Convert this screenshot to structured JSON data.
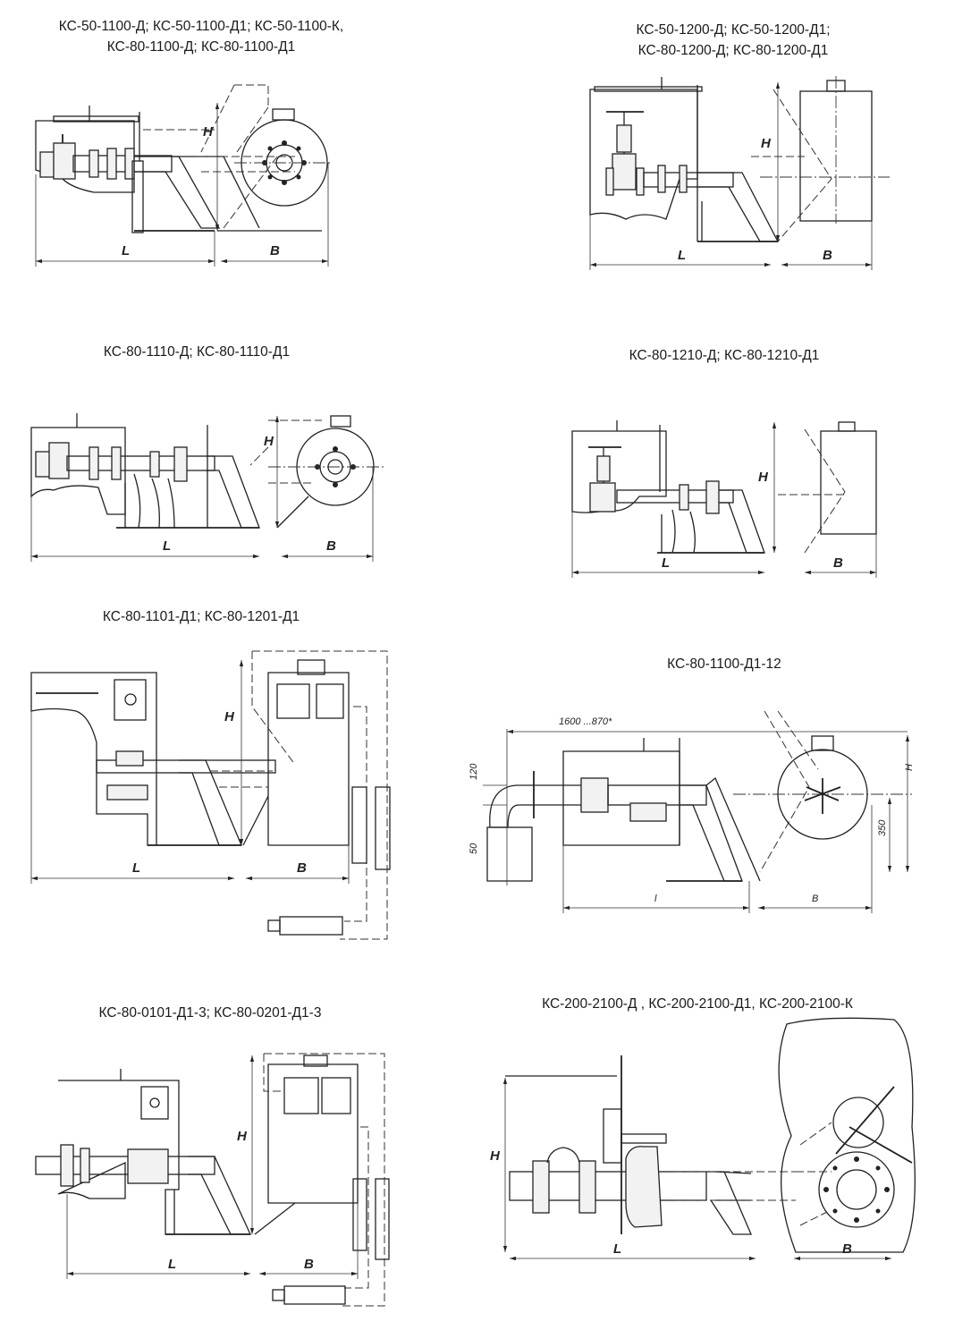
{
  "panels": [
    {
      "id": "p1",
      "title_lines": [
        "КС-50-1100-Д; КС-50-1100-Д1;  КС-50-1100-К,",
        "КС-80-1100-Д; КС-80-1100-Д1"
      ],
      "dims": {
        "H": "H",
        "L": "L",
        "B": "B"
      }
    },
    {
      "id": "p2",
      "title_lines": [
        "КС-50-1200-Д; КС-50-1200-Д1;",
        "КС-80-1200-Д; КС-80-1200-Д1"
      ],
      "dims": {
        "H": "H",
        "L": "L",
        "B": "B"
      }
    },
    {
      "id": "p3",
      "title_lines": [
        "КС-80-1110-Д; КС-80-1110-Д1"
      ],
      "dims": {
        "H": "H",
        "L": "L",
        "B": "B"
      }
    },
    {
      "id": "p4",
      "title_lines": [
        "КС-80-1210-Д; КС-80-1210-Д1"
      ],
      "dims": {
        "H": "H",
        "L": "L",
        "B": "B"
      }
    },
    {
      "id": "p5",
      "title_lines": [
        "КС-80-1101-Д1; КС-80-1201-Д1"
      ],
      "dims": {
        "H": "H",
        "L": "L",
        "B": "B"
      }
    },
    {
      "id": "p6",
      "title_lines": [
        "КС-80-1100-Д1-12"
      ],
      "dims": {
        "H": "H",
        "L": "l",
        "B": "B",
        "top": "1600 ...870*",
        "d120": "120",
        "d50": "50",
        "d350": "350"
      }
    },
    {
      "id": "p7",
      "title_lines": [
        "КС-80-0101-Д1-3; КС-80-0201-Д1-3"
      ],
      "dims": {
        "H": "H",
        "L": "L",
        "B": "B"
      }
    },
    {
      "id": "p8",
      "title_lines": [
        "КС-200-2100-Д , КС-200-2100-Д1, КС-200-2100-К"
      ],
      "dims": {
        "H": "H",
        "L": "L",
        "B": "B"
      }
    }
  ]
}
